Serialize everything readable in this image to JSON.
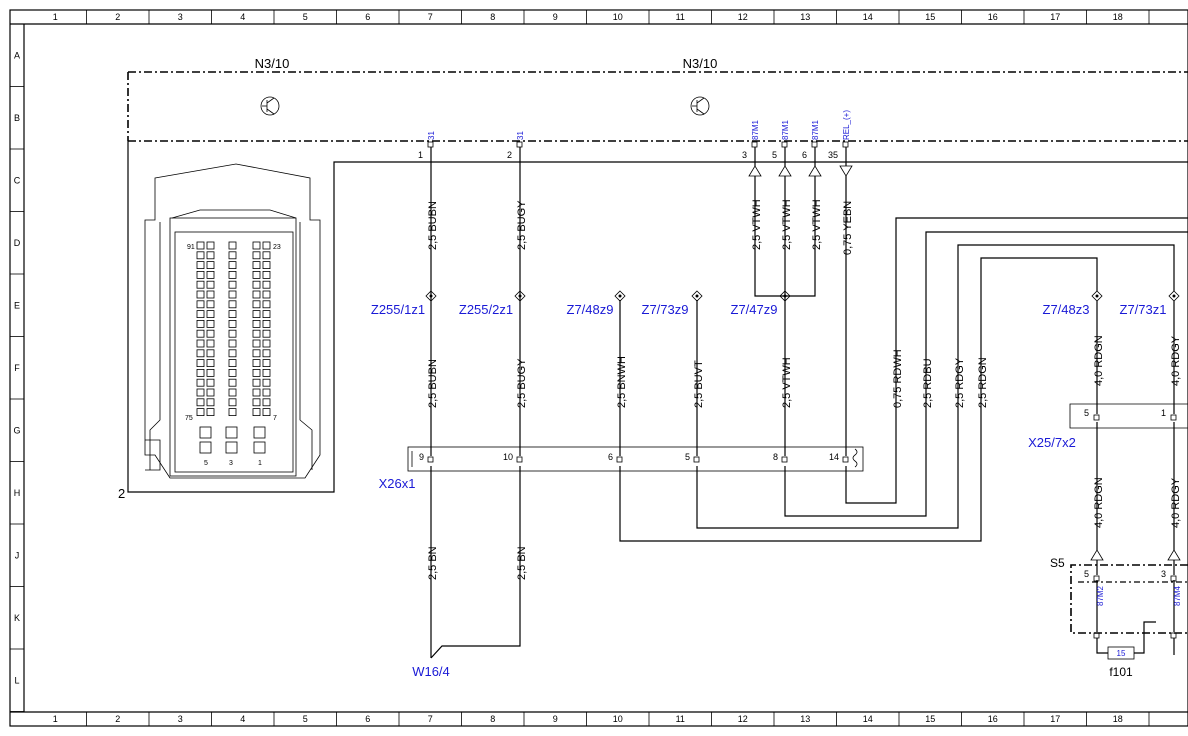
{
  "frame": {
    "columns": [
      "1",
      "2",
      "3",
      "4",
      "5",
      "6",
      "7",
      "8",
      "9",
      "10",
      "11",
      "12",
      "13",
      "14",
      "15",
      "16",
      "17",
      "18"
    ],
    "rows": [
      "A",
      "B",
      "C",
      "D",
      "E",
      "F",
      "G",
      "H",
      "J",
      "K",
      "L"
    ]
  },
  "components": {
    "n3_10_left": "N3/10",
    "n3_10_right": "N3/10",
    "marker_2": "2",
    "x26x1": "X26x1",
    "x25_7x2": "X25/7x2",
    "s5": "S5",
    "f101": "f101",
    "w16_4": "W16/4",
    "fuse_value": "15"
  },
  "connector_pins": {
    "p91": "91",
    "p23": "23",
    "p75": "75",
    "p7": "7",
    "p5": "5",
    "p3": "3",
    "p1": "1"
  },
  "n3_terminals": [
    {
      "pin": "1",
      "term": "31"
    },
    {
      "pin": "2",
      "term": "31"
    },
    {
      "pin": "3",
      "term": "87M1"
    },
    {
      "pin": "5",
      "term": "87M1"
    },
    {
      "pin": "6",
      "term": "87M1"
    },
    {
      "pin": "35",
      "term": "REL_(+)"
    }
  ],
  "splices": [
    "Z255/1z1",
    "Z255/2z1",
    "Z7/48z9",
    "Z7/73z9",
    "Z7/47z9",
    "Z7/48z3",
    "Z7/73z1"
  ],
  "wires_upper": [
    "2,5 BUBN",
    "2,5 BUGY",
    "2,5 VTWH",
    "2,5 VTWH",
    "2,5 VTWH",
    "0,75 YEBN"
  ],
  "wires_middle": [
    "2,5 BUBN",
    "2,5 BUGY",
    "2,5 BNWH",
    "2,5 BUVT",
    "2,5 VTWH"
  ],
  "wires_lower": [
    "2,5 BN",
    "2,5 BN"
  ],
  "wires_right": [
    "0,75 RDWH",
    "2,5 RDBU",
    "2,5 RDGY",
    "2,5 RDGN"
  ],
  "wires_far_right": [
    "4,0 RDGN",
    "4,0 RDGY",
    "4,0 RDGN",
    "4,0 RDGY"
  ],
  "x26x1_pins": [
    "9",
    "10",
    "6",
    "5",
    "8",
    "14"
  ],
  "x25_pins": [
    "5",
    "1"
  ],
  "s5_pins": [
    "5",
    "3"
  ],
  "s5_terms": [
    "87M2",
    "87M4"
  ],
  "colors": {
    "label_blue": "#1a1ad6",
    "line": "#000000"
  }
}
